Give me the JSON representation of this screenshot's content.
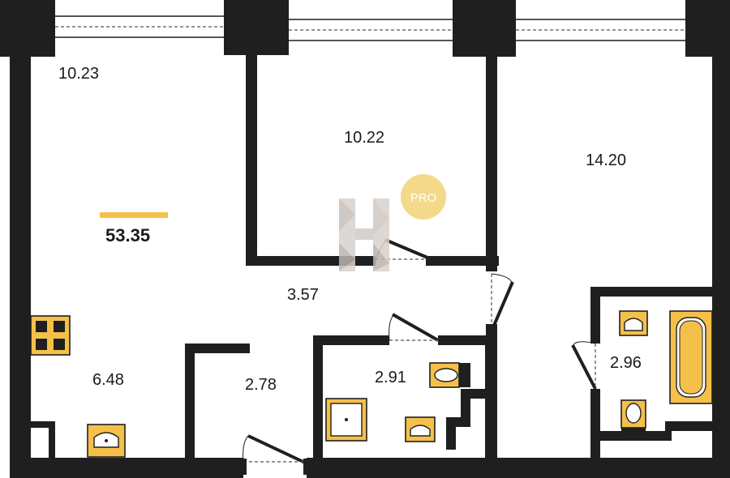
{
  "plan": {
    "total_area": "53.35",
    "rooms": [
      {
        "id": "living",
        "area": "10.23"
      },
      {
        "id": "bedroom-1",
        "area": "10.22"
      },
      {
        "id": "bedroom-2",
        "area": "14.20"
      },
      {
        "id": "hallway",
        "area": "3.57"
      },
      {
        "id": "kitchen",
        "area": "6.48"
      },
      {
        "id": "entrance",
        "area": "2.78"
      },
      {
        "id": "wc",
        "area": "2.91"
      },
      {
        "id": "bathroom",
        "area": "2.96"
      }
    ],
    "watermark_text": "PRO"
  },
  "colors": {
    "wall": "#1f1f1f",
    "accent": "#f5c04a",
    "badge": "#f4d98a"
  }
}
